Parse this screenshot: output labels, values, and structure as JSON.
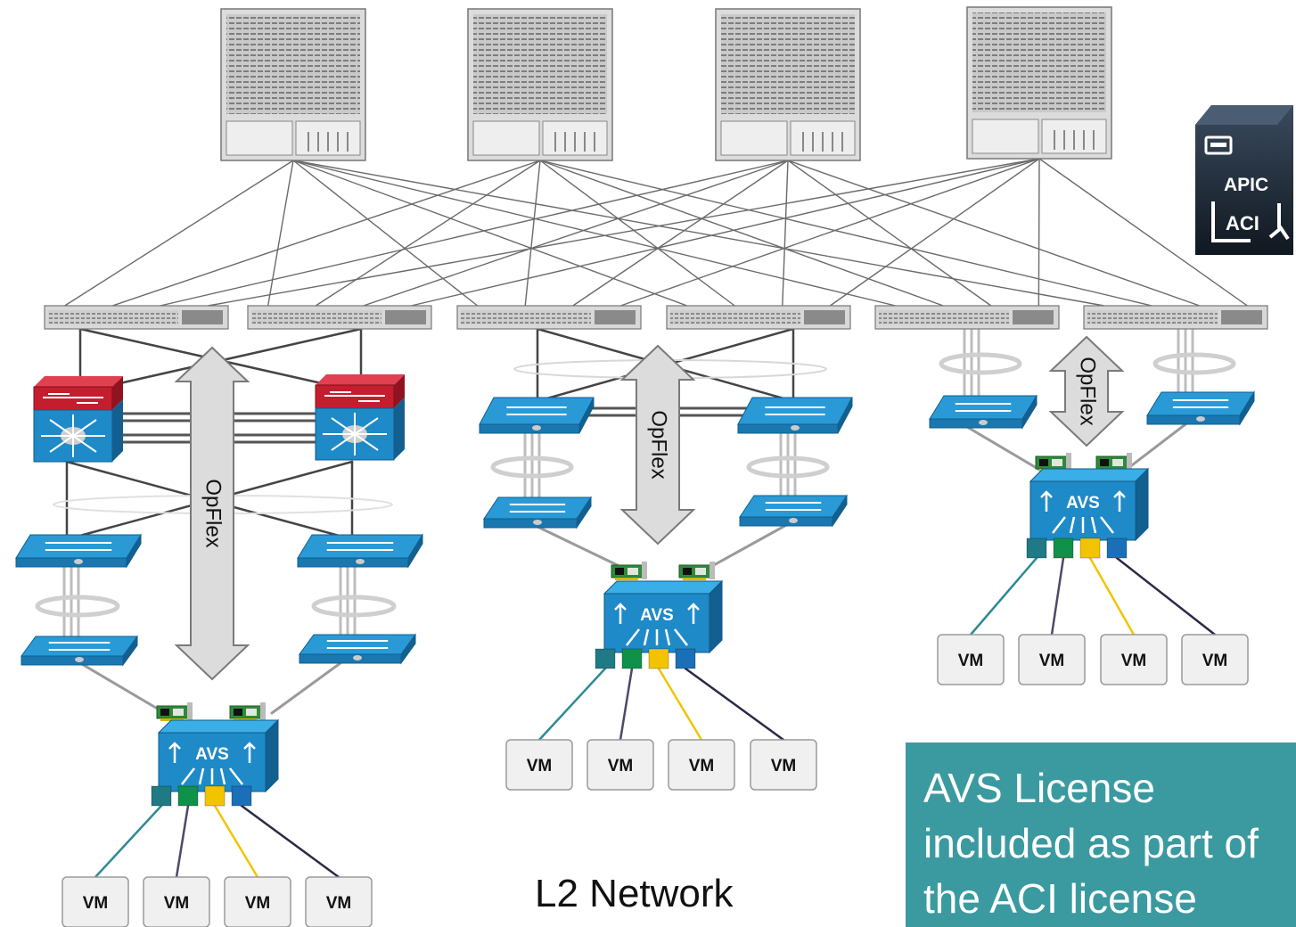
{
  "apic": {
    "title": "APIC",
    "logo_text": "ACI"
  },
  "opflex_labels": [
    "OpFlex",
    "OpFlex",
    "OpFlex"
  ],
  "avs_label": "AVS",
  "vm_label": "VM",
  "l2_label": "L2 Network",
  "license_text": "AVS License included as part of the ACI license",
  "colors": {
    "switch_blue": "#1e8ac8",
    "license_box": "#3a9aa0",
    "link_gray": "#555555",
    "apic_dark": "#1d2a3a",
    "firewall_red": "#c41e2e",
    "vm_link_colors": [
      "#2e8a95",
      "#4a4a6a",
      "#f2c400",
      "#2a2a48"
    ],
    "port_colors": [
      "#1f7a86",
      "#10914a",
      "#f2c400",
      "#1b6fb8"
    ]
  },
  "icons": [
    "spine-switch-icon",
    "leaf-switch-icon",
    "firewall-icon",
    "core-switch-icon",
    "access-switch-icon",
    "nic-card-icon",
    "avs-switch-icon",
    "vm-icon",
    "apic-controller-icon",
    "bidirectional-arrow-icon"
  ]
}
